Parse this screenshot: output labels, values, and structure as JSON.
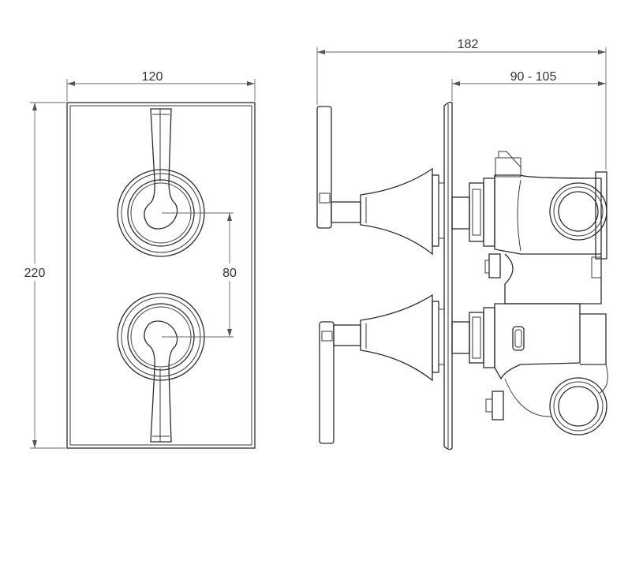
{
  "dimensions": {
    "plate_width": "120",
    "plate_height": "220",
    "handle_spacing": "80",
    "overall_depth": "182",
    "body_depth_range": "90 - 105"
  },
  "colors": {
    "line": "#2b2b2b",
    "dimension_line": "#666666",
    "text": "#333333",
    "background": "#ffffff"
  }
}
